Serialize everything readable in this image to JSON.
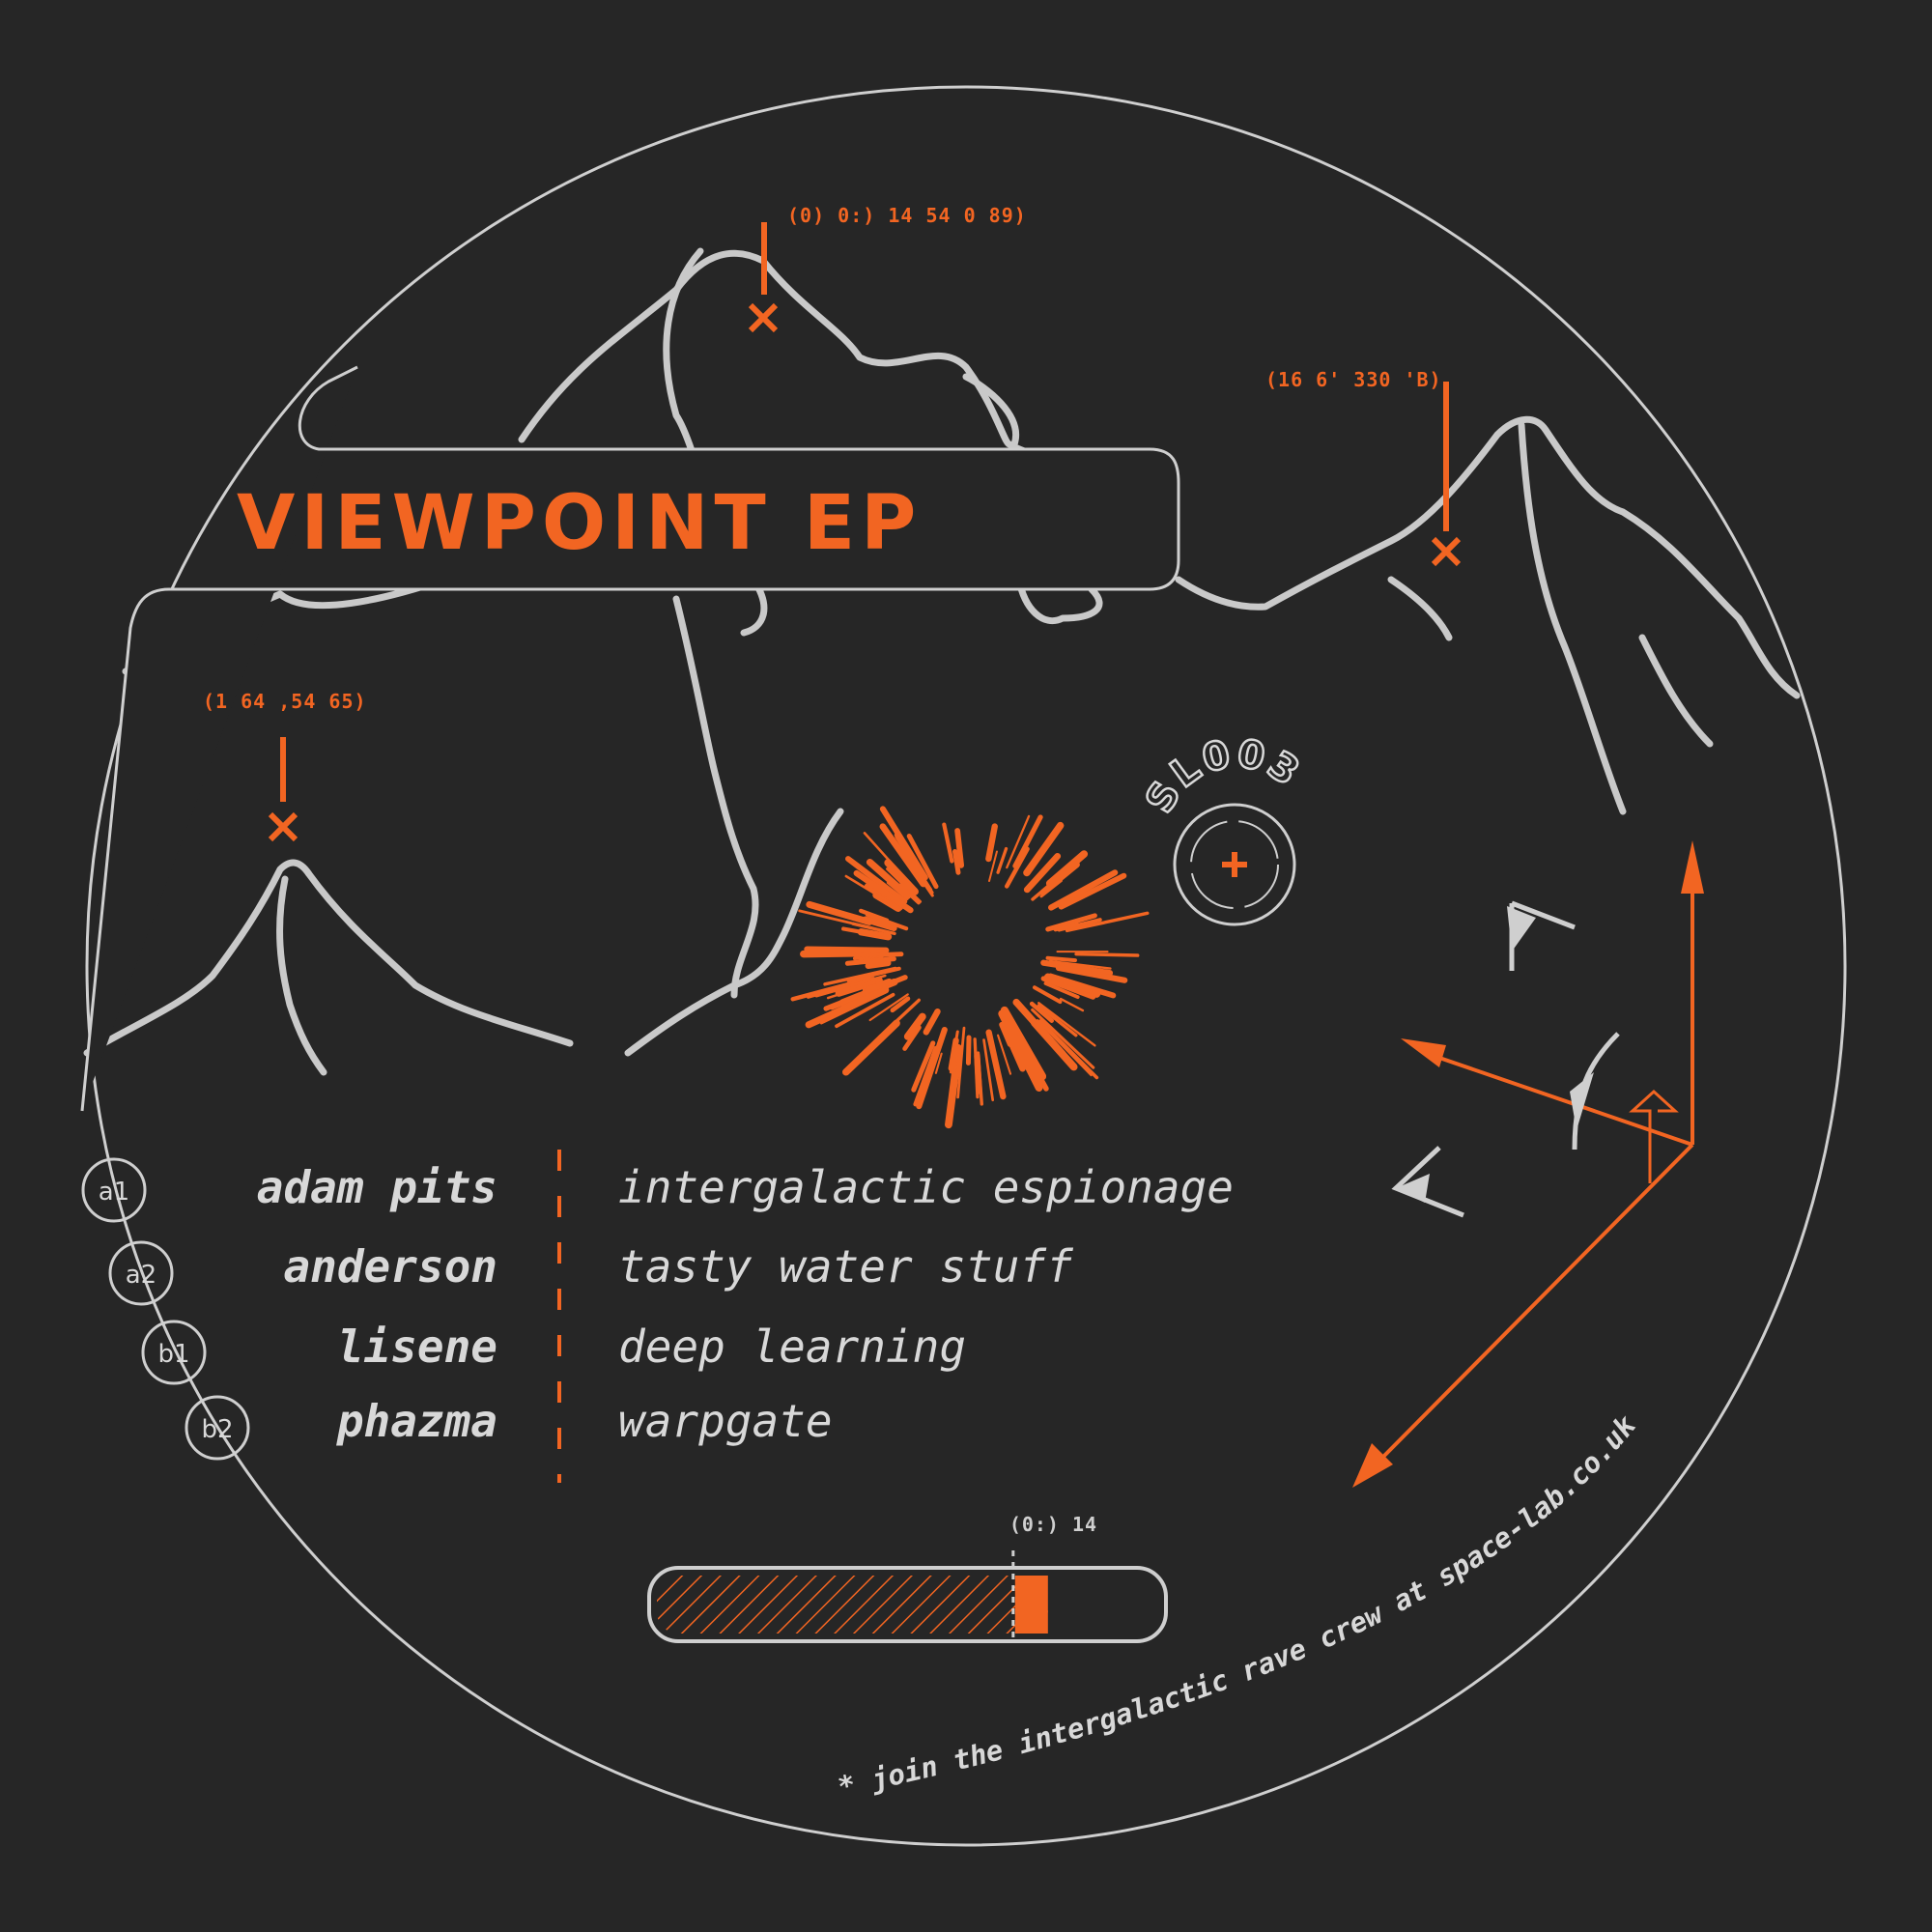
{
  "title": "VIEWPOINT EP",
  "catalog_number": "SL003",
  "coordinates": {
    "peak_top": "(0) 0:) 14 54 0 89)",
    "peak_right": "(16 6' 330 'B)",
    "peak_left": "(1 64 ,54 65)",
    "progress_marker": "(0:) 14"
  },
  "tracklist": [
    {
      "side": "a1",
      "artist": "adam pits",
      "title": "intergalactic espionage"
    },
    {
      "side": "a2",
      "artist": "anderson",
      "title": "tasty water stuff"
    },
    {
      "side": "b1",
      "artist": "lisene",
      "title": "deep learning"
    },
    {
      "side": "b2",
      "artist": "phazma",
      "title": "warpgate"
    }
  ],
  "progress_fraction": 0.78,
  "footer_text": "* join the intergalactic rave crew at space-lab.co.uk",
  "colors": {
    "background": "#262626",
    "accent": "#f26522",
    "line": "#d0d0d0"
  }
}
